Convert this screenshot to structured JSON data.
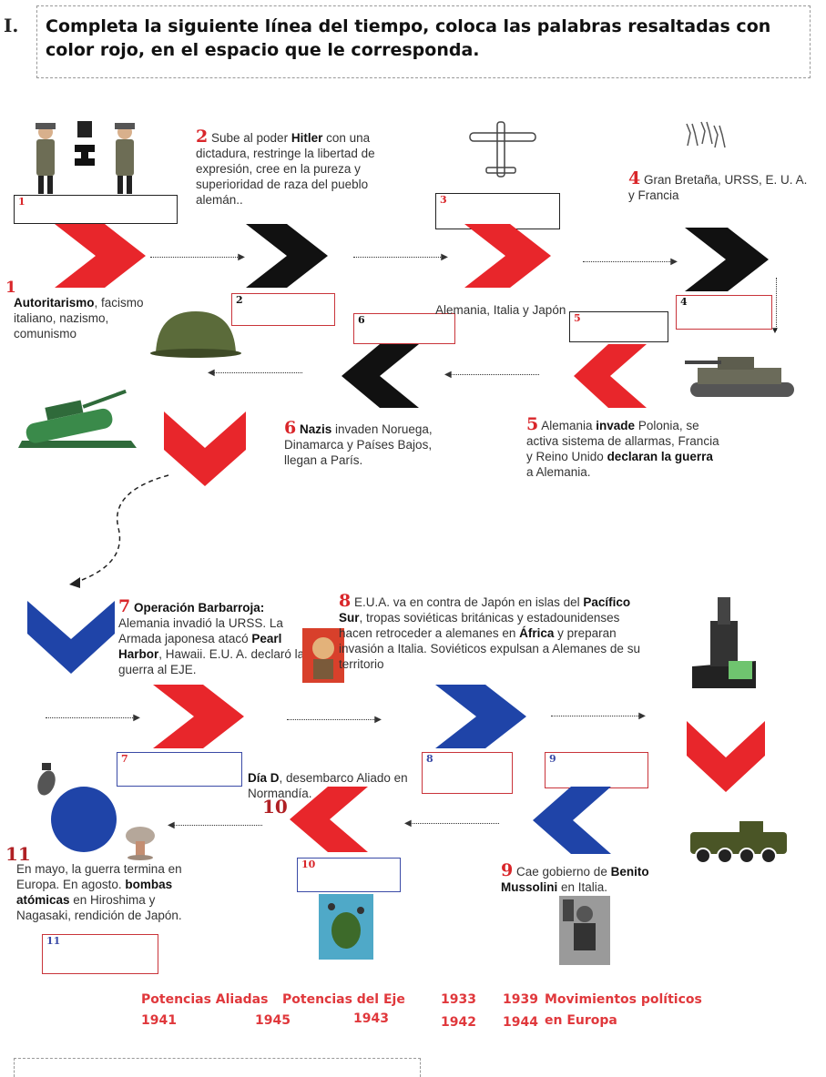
{
  "header": {
    "roman": "I.",
    "title": "Completa la siguiente línea del tiempo, coloca las palabras resaltadas con color rojo, en el espacio que le corresponda."
  },
  "events": {
    "e1": {
      "num": "1",
      "bold": "Autoritarismo",
      "text": ", facismo italiano, nazismo, comunismo"
    },
    "e2": {
      "num": "2",
      "pre": "Sube al poder ",
      "bold": "Hitler",
      "text": " con una dictadura, restringe la libertad de expresión, cree en la pureza  y superioridad de raza del pueblo alemán.."
    },
    "e3": {
      "text": "Alemania, Italia y Japón"
    },
    "e4": {
      "num": "4",
      "text": "Gran Bretaña, URSS, E. U. A. y Francia"
    },
    "e5": {
      "num": "5",
      "pre": "Alemania ",
      "bold": "invade",
      "mid": " Polonia, se activa sistema de allarmas, Francia y Reino Unido ",
      "bold2": "declaran la guerra",
      "post": " a Alemania."
    },
    "e6": {
      "num": "6",
      "bold": "Nazis",
      "text": " invaden Noruega, Dinamarca y Países Bajos, llegan a París."
    },
    "e7": {
      "num": "7",
      "bold": "Operación Barbarroja:",
      "text": " Alemania invadió la URSS. La Armada japonesa atacó ",
      "bold2": "Pearl Harbor",
      "post": ", Hawaii. E.U. A. declaró la guerra al EJE."
    },
    "e8": {
      "num": "8",
      "pre": "E.U.A. va en contra de Japón en islas del ",
      "bold": "Pacífico Sur",
      "mid": ", tropas soviéticas británicas y estadounidenses hacen retroceder a alemanes en ",
      "bold2": "África",
      "post": " y preparan invasión a Italia. Soviéticos expulsan a Alemanes de su territorio"
    },
    "e9": {
      "num": "9",
      "pre": "Cae gobierno de ",
      "bold": "Benito Mussolini",
      "post": " en Italia."
    },
    "e10": {
      "num": "10",
      "bold": "Día D",
      "text": ", desembarco Aliado en Normandía."
    },
    "e11": {
      "num": "11",
      "pre": "En mayo, la guerra termina en Europa. En agosto. ",
      "bold": "bombas atómicas",
      "post": " en Hiroshima y Nagasaki, rendición de Japón."
    }
  },
  "boxes": {
    "b1": "1",
    "b2": "2",
    "b3": "3",
    "b4": "4",
    "b5": "5",
    "b6": "6",
    "b7": "7",
    "b8": "8",
    "b9": "9",
    "b10": "10",
    "b11": "11"
  },
  "word_bank": {
    "row1": [
      "Potencias Aliadas",
      "Potencias del Eje",
      "1933",
      "1939",
      "Movimientos políticos"
    ],
    "row2": [
      "1941",
      "1945",
      "1943",
      "1942",
      "1944",
      "en Europa"
    ]
  },
  "colors": {
    "red": "#e8262b",
    "black": "#111111",
    "blue": "#1f44a8",
    "word": "#e0383c"
  }
}
